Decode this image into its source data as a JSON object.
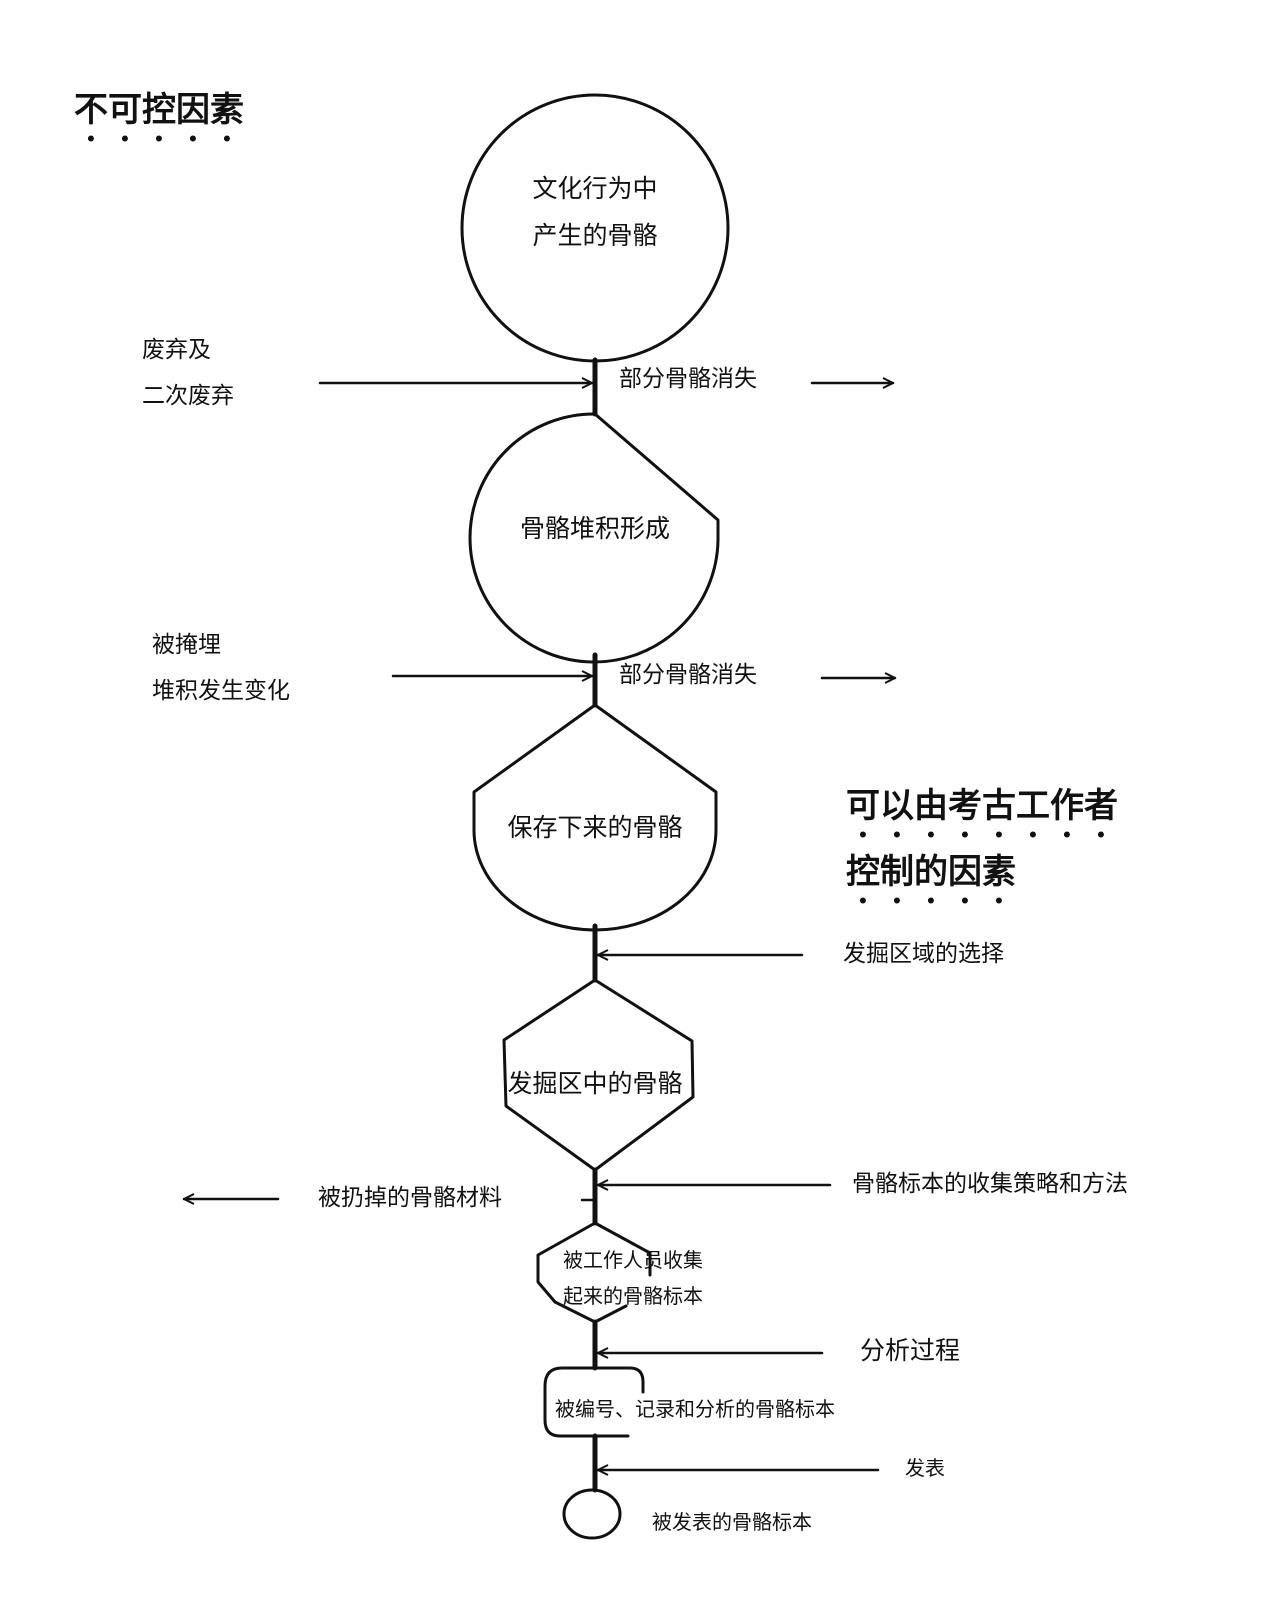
{
  "headings": {
    "uncontrollable": "不可控因素",
    "controllable_line1": "可以由考古工作者",
    "controllable_line2": "控制的因素"
  },
  "nodes": [
    {
      "id": "cultural-bones",
      "shape": "circle",
      "line1": "文化行为中",
      "line2": "产生的骨骼"
    },
    {
      "id": "bone-accumulation",
      "shape": "teardrop",
      "line1": "骨骼堆积形成"
    },
    {
      "id": "preserved-bones",
      "shape": "pentagon-round",
      "line1": "保存下来的骨骼"
    },
    {
      "id": "excavation-bones",
      "shape": "hexagon",
      "line1": "发掘区中的骨骼"
    },
    {
      "id": "collected-specimens",
      "shape": "small-hexagon",
      "line1": "被工作人员收集",
      "line2": "起来的骨骼标本"
    },
    {
      "id": "recorded-specimens",
      "shape": "rounded-rect",
      "line1": "被编号、记录和分析的骨骼标本"
    },
    {
      "id": "published-specimens",
      "shape": "ellipse",
      "line1": "被发表的骨骼标本"
    }
  ],
  "inputs_left": [
    {
      "id": "discard",
      "line1": "废弃及",
      "line2": "二次废弃"
    },
    {
      "id": "burial",
      "line1": "被掩埋",
      "line2": "堆积发生变化"
    }
  ],
  "outputs_right": [
    {
      "id": "loss-1",
      "label": "部分骨骼消失"
    },
    {
      "id": "loss-2",
      "label": "部分骨骼消失"
    }
  ],
  "inputs_right": [
    {
      "id": "area-selection",
      "label": "发掘区域的选择"
    },
    {
      "id": "collection-strategy",
      "label": "骨骼标本的收集策略和方法"
    },
    {
      "id": "analysis",
      "label": "分析过程"
    },
    {
      "id": "publication",
      "label": "发表"
    }
  ],
  "outputs_left": [
    {
      "id": "discarded",
      "label": "被扔掉的骨骼材料"
    }
  ]
}
